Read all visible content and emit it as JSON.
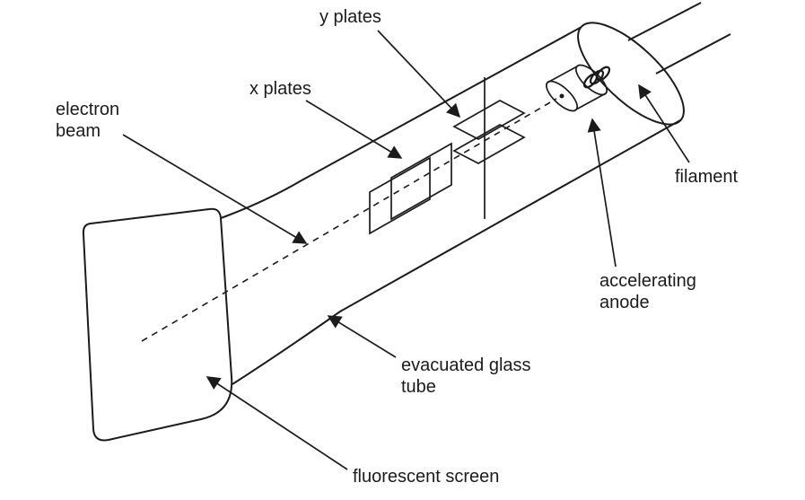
{
  "colors": {
    "ink": "#1b1b1b",
    "background": "#ffffff"
  },
  "diagram": {
    "labels": {
      "y_plates": "y plates",
      "x_plates": "x plates",
      "electron_beam": {
        "line1": "electron",
        "line2": "beam"
      },
      "filament": "filament",
      "accelerating_anode": {
        "line1": "accelerating",
        "line2": "anode"
      },
      "evacuated_glass_tube": {
        "line1": "evacuated glass",
        "line2": "tube"
      },
      "fluorescent_screen": "fluorescent screen"
    }
  }
}
